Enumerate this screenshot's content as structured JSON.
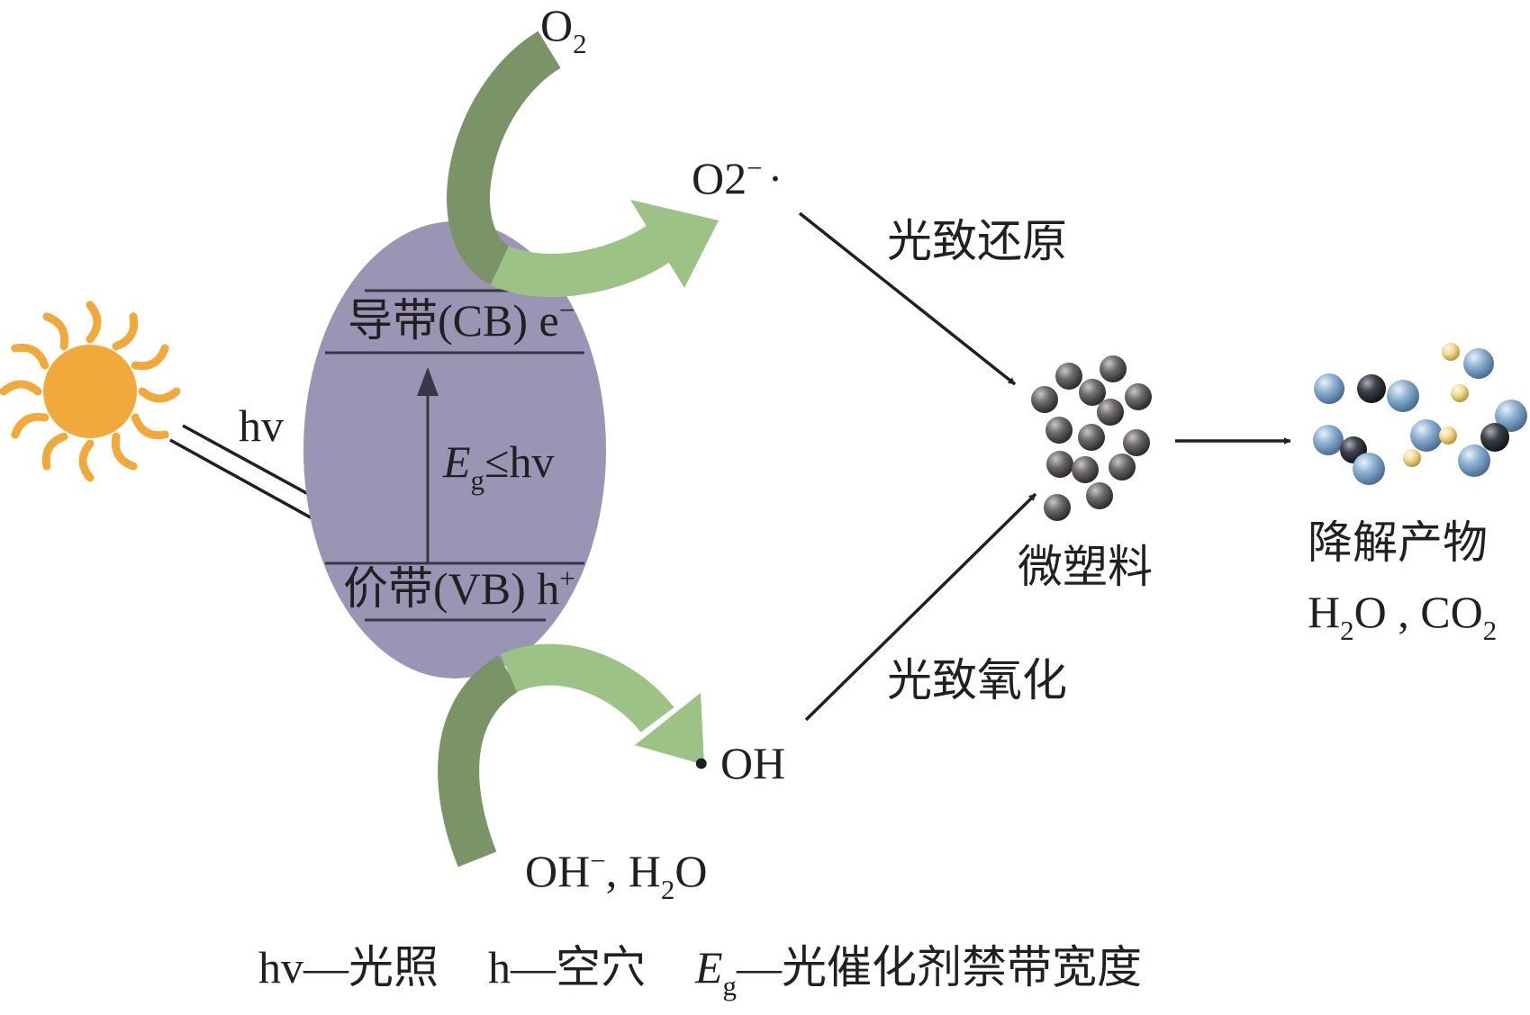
{
  "sun": {
    "icon": "sun-icon",
    "color": "#f2a93b"
  },
  "light": {
    "label": "hv"
  },
  "catalyst": {
    "color": "#9b95b5",
    "cb_label": "导带(CB) e",
    "cb_sup": "−",
    "vb_label": "价带(VB) h",
    "vb_sup": "+",
    "gap_main": "E",
    "gap_sub": "g",
    "gap_rel": "≤hv"
  },
  "inputs": {
    "o2_main": "O",
    "o2_sub": "2",
    "oh_h2o_a": "OH",
    "oh_h2o_sup": "−",
    "oh_h2o_b": ", H",
    "oh_h2o_sub": "2",
    "oh_h2o_c": "O"
  },
  "radicals": {
    "superoxide": "O2",
    "superoxide_sup": "−",
    "superoxide_dot": "·",
    "hydroxyl": "• OH"
  },
  "processes": {
    "reduction": "光致还原",
    "oxidation": "光致氧化"
  },
  "microplastic": {
    "label": "微塑料",
    "color": "#5a5857"
  },
  "products": {
    "label": "降解产物",
    "f1": "H",
    "f1_sub": "2",
    "f2": "O , CO",
    "f2_sub": "2",
    "colors": {
      "blue": "#8fb2d3",
      "dark": "#3c3f4a",
      "yellow": "#f3d98f"
    }
  },
  "arrow_colors": {
    "light_green": "#9dc286",
    "dark_green": "#7a9468"
  },
  "legend": {
    "hv": "hv",
    "hv_def": "—光照",
    "h": "h",
    "h_def": "—空穴",
    "eg_main": "E",
    "eg_sub": "g",
    "eg_def": "—光催化剂禁带宽度"
  }
}
